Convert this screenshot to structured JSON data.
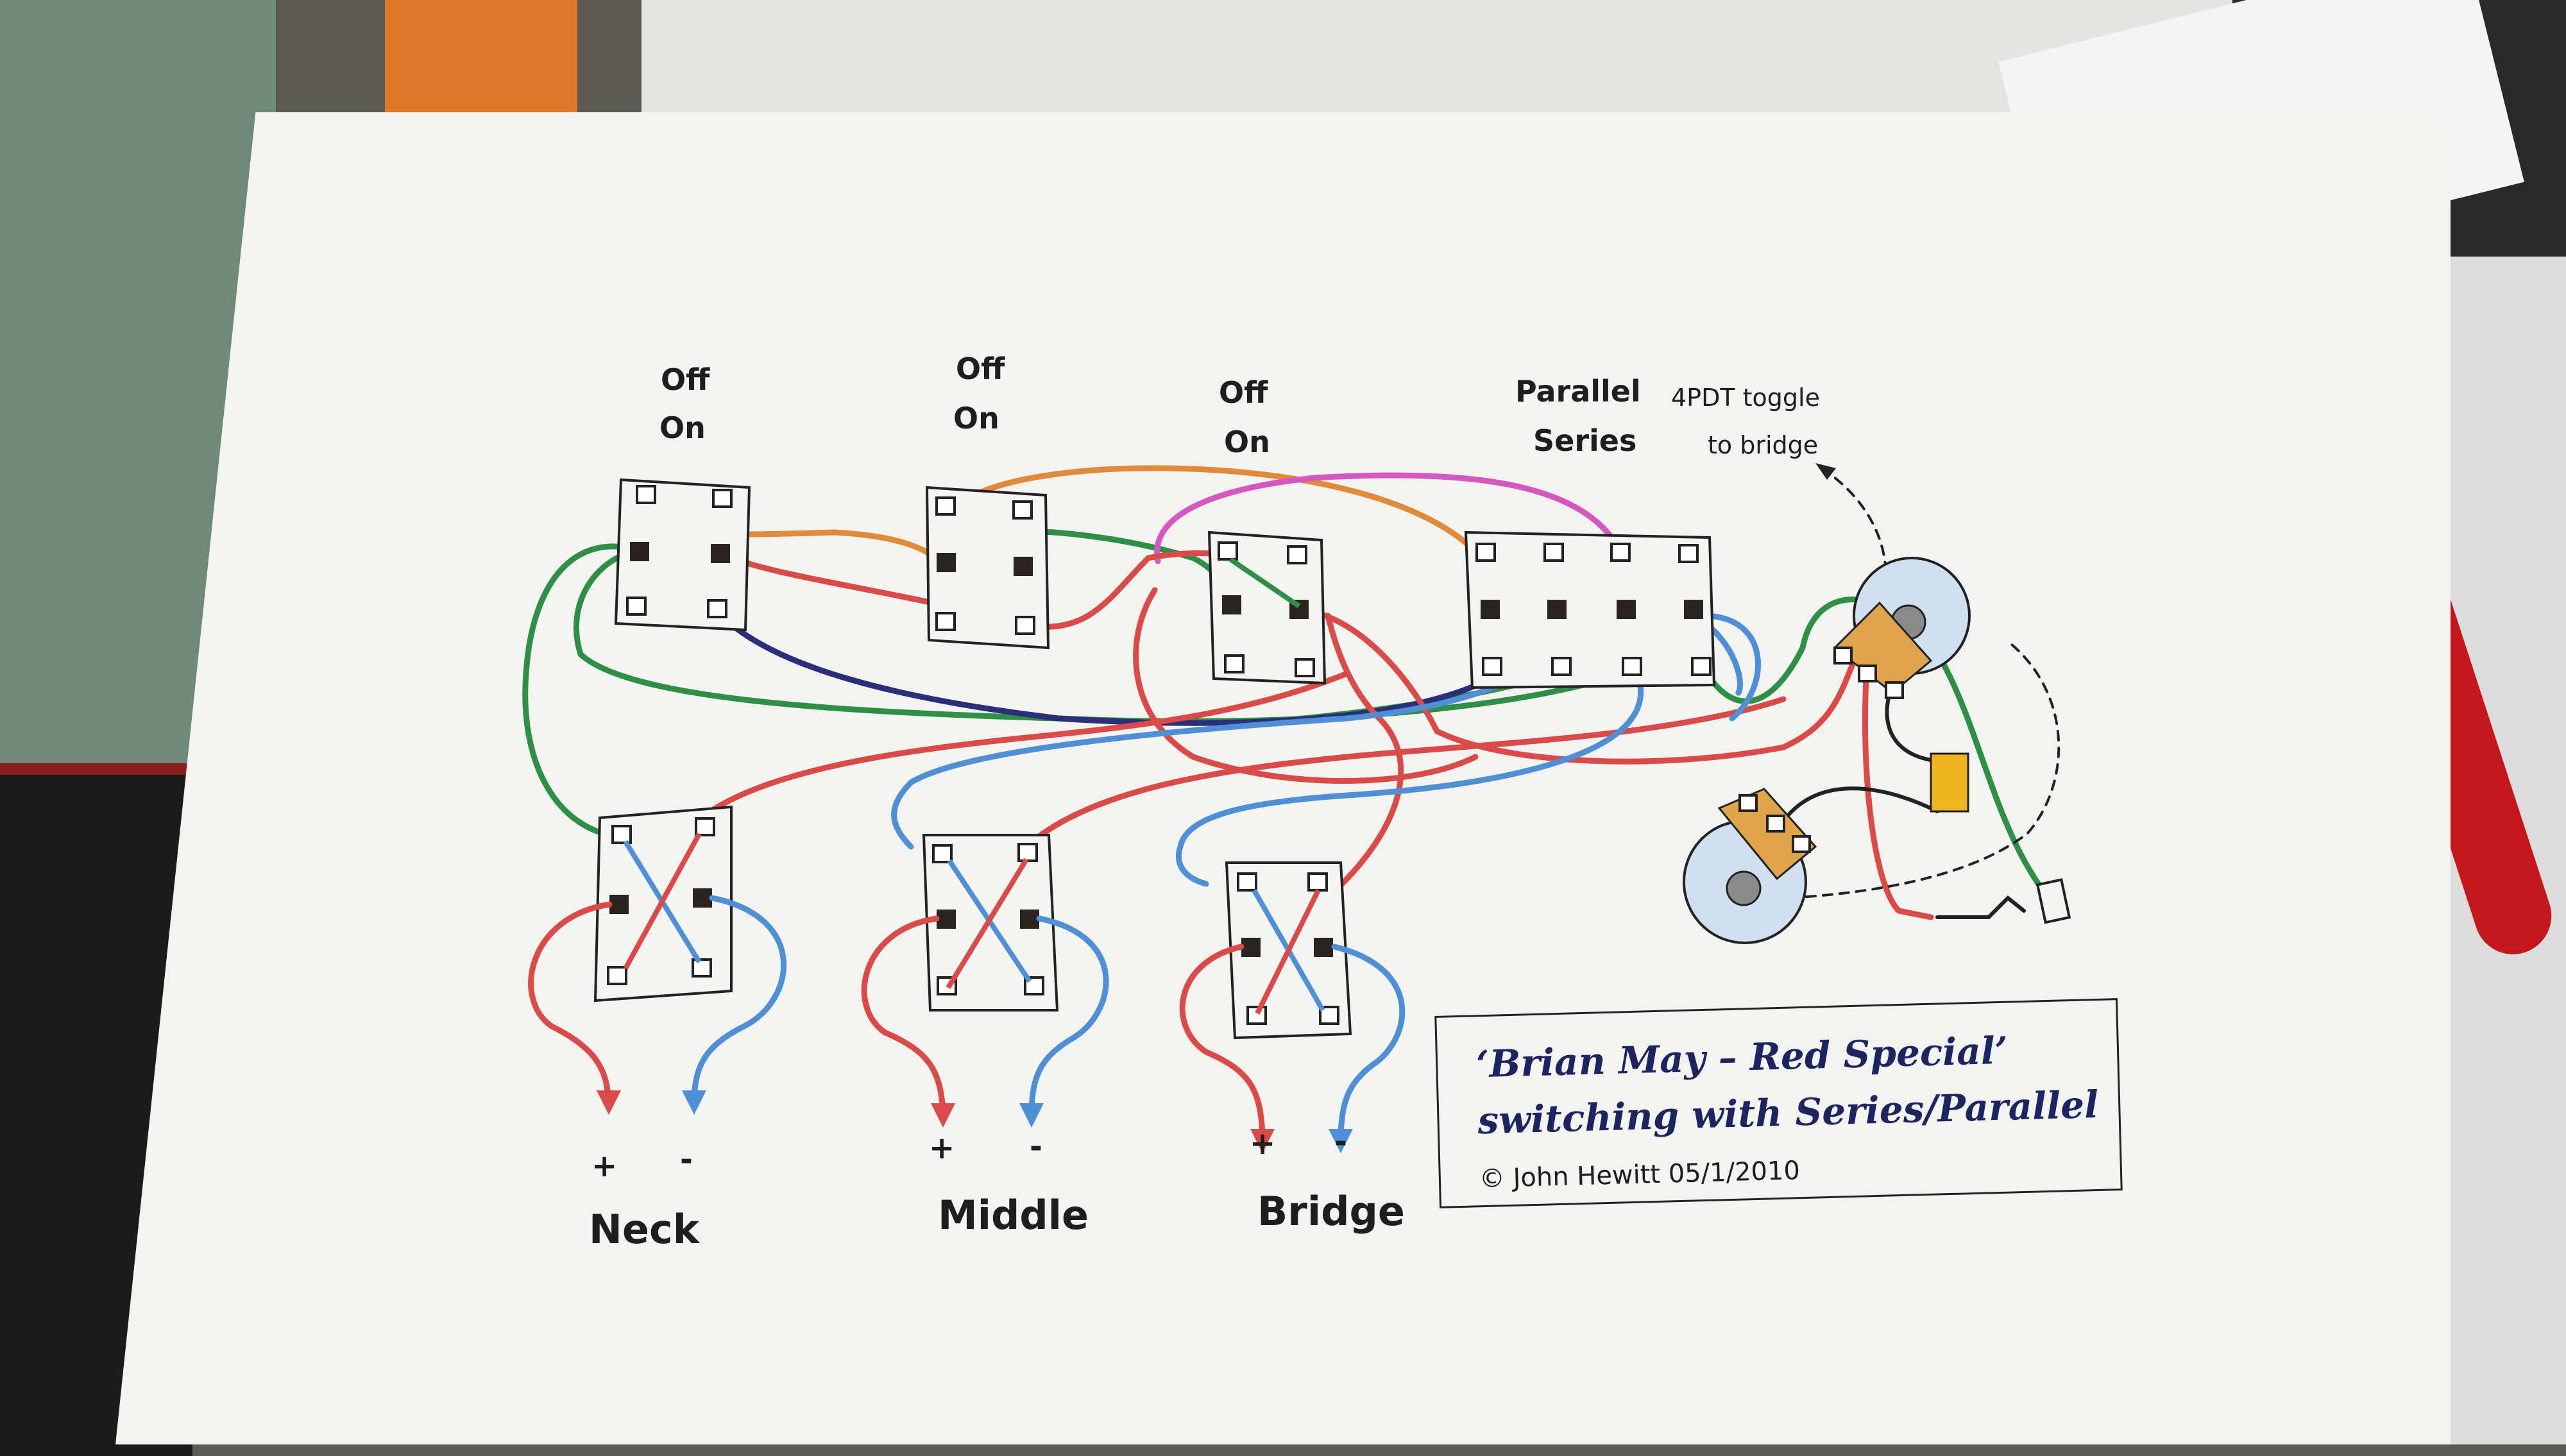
{
  "diagram": {
    "switch_labels": [
      {
        "line1": "Off",
        "line2": "On"
      },
      {
        "line1": "Off",
        "line2": "On"
      },
      {
        "line1": "Off",
        "line2": "On"
      },
      {
        "line1": "Parallel",
        "line2": "Series"
      }
    ],
    "toggle_note": {
      "line1": "4PDT toggle",
      "line2": "to bridge"
    },
    "pickups": [
      {
        "name": "Neck",
        "plus": "+",
        "minus": "-"
      },
      {
        "name": "Middle",
        "plus": "+",
        "minus": "-"
      },
      {
        "name": "Bridge",
        "plus": "+",
        "minus": "-"
      }
    ],
    "title_box": {
      "line1": "‘Brian May – Red Special’",
      "line2": "switching with Series/Parallel",
      "copyright": "© John Hewitt 05/1/2010"
    }
  },
  "colors": {
    "red": "#d94a48",
    "blue": "#4f8fd6",
    "green": "#2f8f46",
    "orange": "#e08a3a",
    "navy": "#2b2e7a",
    "pink": "#d558c0",
    "pot_fill": "#cfe0f2",
    "capacitor": "#f0b41e"
  }
}
